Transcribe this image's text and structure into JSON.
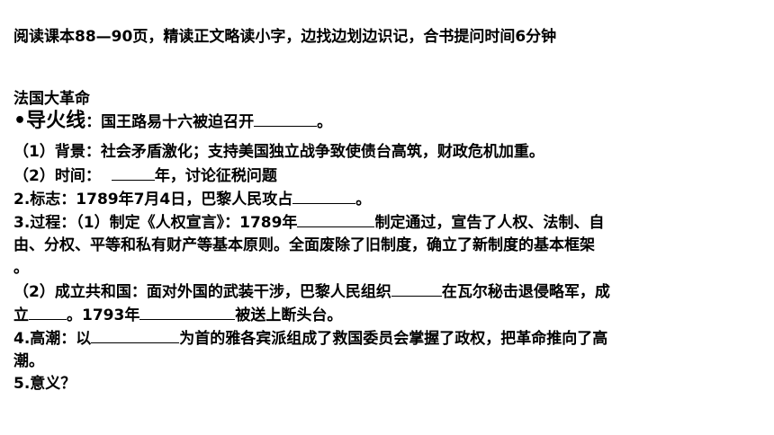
{
  "instruction": "阅读课本88—90页，精读正文略读小字，边找边划边识记，合书提问时间6分钟",
  "heading": "法国大革命",
  "fuse": {
    "bullet": "•",
    "label": "导火线",
    "colon": "：",
    "text": "国王路易十六被迫召开",
    "end": "。"
  },
  "background": {
    "text": "（1）背景：社会矛盾激化；支持美国独立战争致使债台高筑，财政危机加重。"
  },
  "time": {
    "prefix": "（2）时间：",
    "suffix": "年，讨论征税问题"
  },
  "sign": {
    "prefix": "2.标志：1789年7月4日，巴黎人民攻占",
    "end": "。"
  },
  "process": {
    "line1_prefix": "3.过程：（1）制定《人权宣言》：1789年",
    "line1_suffix": "制定通过，宣告了人权、法制、自",
    "line2": "由、分权、平等和私有财产等基本原则。全面废除了旧制度，确立了新制度的基本框架",
    "line3": "。",
    "rep_prefix": "（2）成立共和国：面对外国的武装干涉，巴黎人民组织",
    "rep_suffix": "在瓦尔秘击退侵略军，成",
    "rep2_prefix": "立",
    "rep2_mid": "。1793年",
    "rep2_suffix": "被送上断头台。"
  },
  "climax": {
    "prefix": "4.高潮：以",
    "suffix": "为首的雅各宾派组成了救国委员会掌握了政权，把革命推向了高",
    "line2": "潮。"
  },
  "meaning": "5.意义？"
}
